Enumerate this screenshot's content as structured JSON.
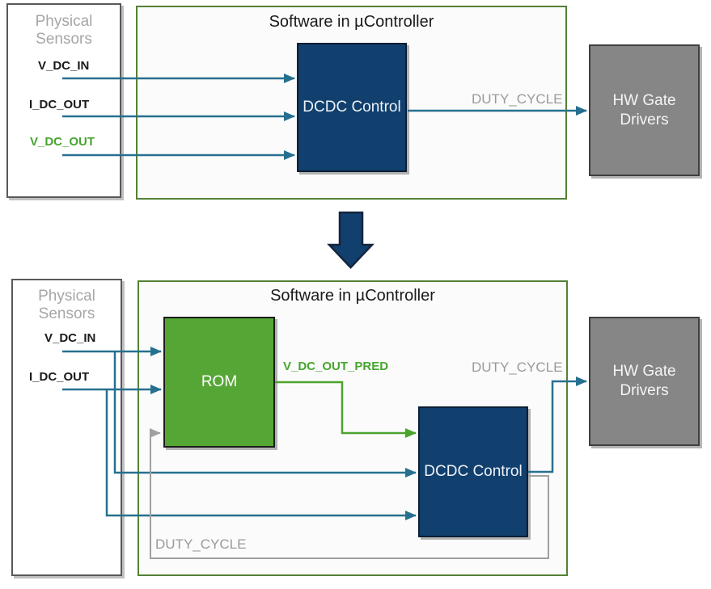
{
  "top_diagram": {
    "sensors_title": "Physical Sensors",
    "signals": [
      {
        "name": "V_DC_IN"
      },
      {
        "name": "I_DC_OUT"
      },
      {
        "name": "V_DC_OUT"
      }
    ],
    "software_title": "Software in µController",
    "controller_block": "DCDC Control",
    "output_signal": "DUTY_CYCLE",
    "output_block": "HW Gate Drivers"
  },
  "bottom_diagram": {
    "sensors_title": "Physical Sensors",
    "signals": [
      {
        "name": "V_DC_IN"
      },
      {
        "name": "I_DC_OUT"
      }
    ],
    "software_title": "Software in µController",
    "rom_block": "ROM",
    "rom_output_signal": "V_DC_OUT_PRED",
    "controller_block": "DCDC Control",
    "output_signal": "DUTY_CYCLE",
    "feedback_signal": "DUTY_CYCLE",
    "output_block": "HW Gate Drivers"
  },
  "colors": {
    "navy_block": "#11406e",
    "teal_wire": "#26708f",
    "green_wire": "#4ba32b",
    "rom_green": "#56a636",
    "gray_wire": "#a0a0a0",
    "gray_text": "#9a9a9a",
    "hw_gray": "#868686",
    "software_border": "#538135",
    "sensors_border": "#595959"
  }
}
